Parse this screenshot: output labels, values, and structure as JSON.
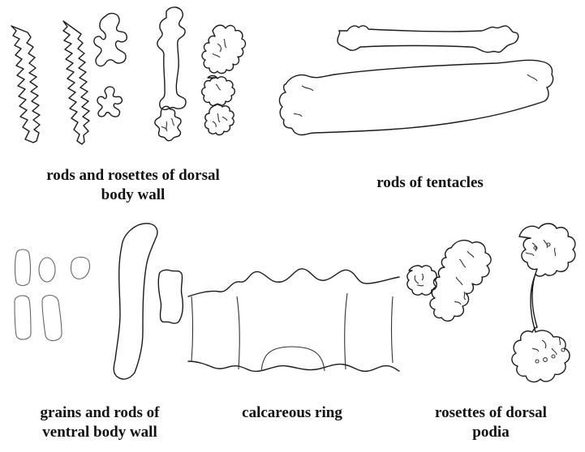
{
  "plate": {
    "captions": {
      "dorsal_body_wall": {
        "line1": "rods and rosettes of dorsal",
        "line2": "body wall"
      },
      "tentacles": {
        "line1": "rods of tentacles"
      },
      "ventral_body_wall": {
        "line1": "grains and rods of",
        "line2": "ventral body wall"
      },
      "calcareous_ring": {
        "line1": "calcareous ring"
      },
      "dorsal_podia": {
        "line1": "rosettes of dorsal",
        "line2": "podia"
      }
    }
  }
}
